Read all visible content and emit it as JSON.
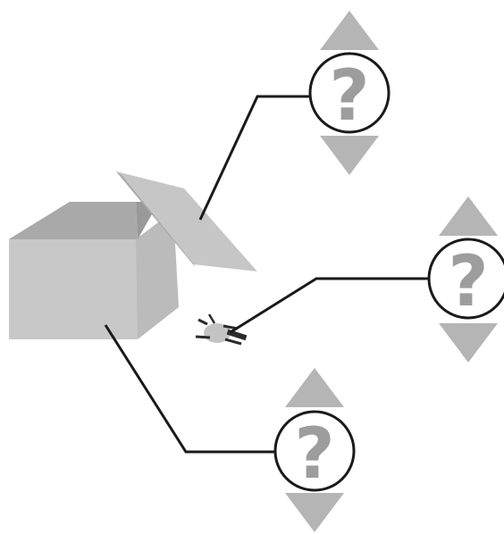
{
  "colors": {
    "background": "#ffffff",
    "line": "#1a1a1a",
    "arrow": "#b5b5b5",
    "question_glyph": "#9d9d9d",
    "box_front": "#c8c8c8",
    "box_side": "#bbbbbb",
    "box_inside": "#a9a9a9",
    "box_inside_dark": "#999999",
    "lid": "#c6c6c6",
    "lid_edge": "#a8a8a8",
    "insect_body": "#c4c4c4",
    "insect_mark": "#2b2b2b"
  },
  "selectors": [
    {
      "name": "lid-selector",
      "glyph": "?",
      "up_control": "triangle-up-icon",
      "down_control": "triangle-down-icon"
    },
    {
      "name": "insect-selector",
      "glyph": "?",
      "up_control": "triangle-up-icon",
      "down_control": "triangle-down-icon"
    },
    {
      "name": "box-selector",
      "glyph": "?",
      "up_control": "triangle-up-icon",
      "down_control": "triangle-down-icon"
    }
  ],
  "illustration": {
    "object": "open-box-icon",
    "lid": "box-lid-icon",
    "small_item": "insect-icon"
  }
}
